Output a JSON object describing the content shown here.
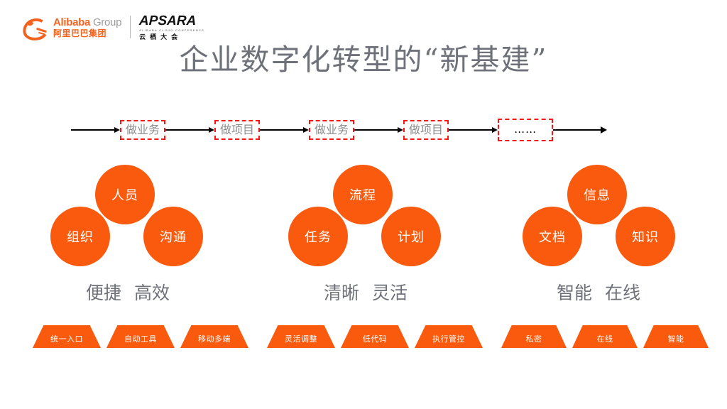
{
  "brand": {
    "alibaba_en": "Alibaba",
    "alibaba_group": "Group",
    "alibaba_cn": "阿里巴巴集团",
    "apsara_en": "APSARA",
    "apsara_sub": "ALIBABA CLOUD CONFERENCE",
    "apsara_cn": "云栖大会",
    "accent_color": "#f95a0e",
    "title_color": "#6e7179",
    "dashed_box_color": "#fb1414"
  },
  "title": "企业数字化转型的“新基建”",
  "flow": {
    "steps": [
      {
        "label": "做业务"
      },
      {
        "label": "做项目"
      },
      {
        "label": "做业务"
      },
      {
        "label": "做项目"
      },
      {
        "label": "……"
      }
    ]
  },
  "groups": [
    {
      "id": "people",
      "circles": {
        "top": "人员",
        "left": "组织",
        "right": "沟通"
      },
      "caption_left": "便捷",
      "caption_right": "高效",
      "traps": [
        "统一入口",
        "自动工具",
        "移动多端"
      ]
    },
    {
      "id": "process",
      "circles": {
        "top": "流程",
        "left": "任务",
        "right": "计划"
      },
      "caption_left": "清晰",
      "caption_right": "灵活",
      "traps": [
        "灵活调整",
        "低代码",
        "执行管控"
      ]
    },
    {
      "id": "information",
      "circles": {
        "top": "信息",
        "left": "文档",
        "right": "知识"
      },
      "caption_left": "智能",
      "caption_right": "在线",
      "traps": [
        "私密",
        "在线",
        "智能"
      ]
    }
  ]
}
